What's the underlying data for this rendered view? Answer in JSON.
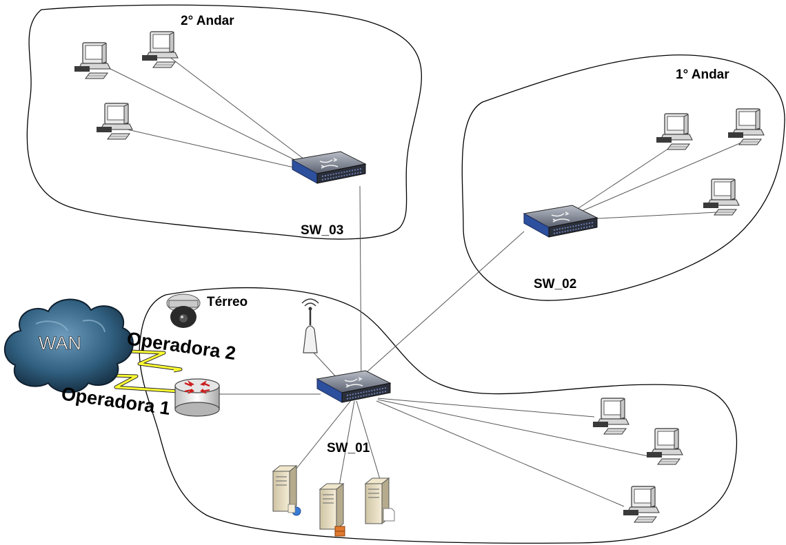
{
  "zones": {
    "floor2": "2° Andar",
    "floor1": "1° Andar",
    "ground": "Térreo"
  },
  "switches": {
    "sw01": "SW_01",
    "sw02": "SW_02",
    "sw03": "SW_03"
  },
  "wan": {
    "label": "WAN",
    "carrier1": "Operadora 1",
    "carrier2": "Operadora 2"
  },
  "colors": {
    "cloud": "#2f5e7e",
    "switch_body": "#2b2f3a",
    "switch_accent": "#2c4f9e",
    "lightning": "#ffff33",
    "router_arrows": "#cc1f1f",
    "server": "#e6dcc0"
  },
  "icons": {
    "computer": "computer-icon",
    "switch": "switch-icon",
    "router": "router-icon",
    "camera": "camera-icon",
    "access_point": "access-point-icon",
    "server": "server-icon",
    "cloud": "cloud-icon"
  }
}
